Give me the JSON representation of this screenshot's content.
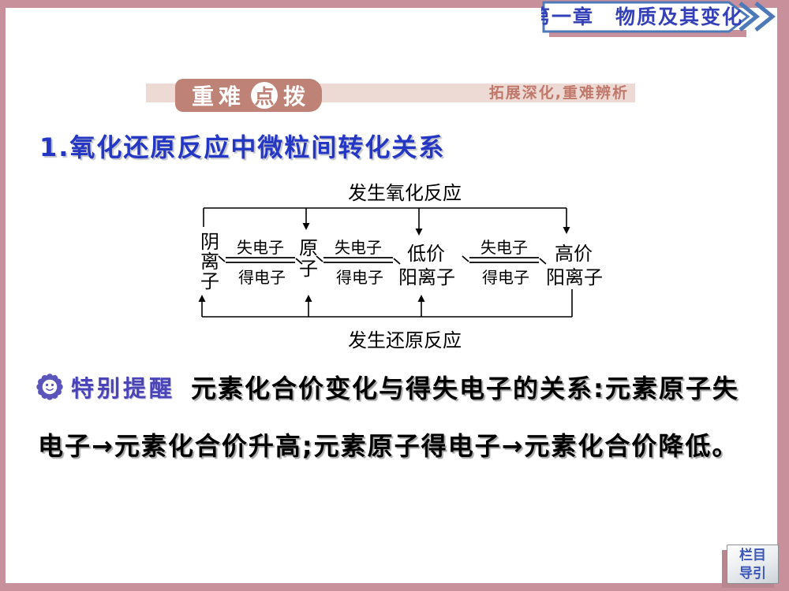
{
  "page": {
    "frame_color": "#c8909a",
    "background_color": "#ffffff"
  },
  "header": {
    "chapter_tab": {
      "label": "第一章　物质及其变化",
      "text_color": "#3340b8",
      "border_color": "#4d79b8",
      "chevron_icon": "double-chevron-right"
    }
  },
  "section_banner": {
    "badge": {
      "chars_left": "重难",
      "circle_char": "点",
      "chars_right": "拨",
      "bg_color": "#bf8276"
    },
    "tagline": "拓展深化,重难辨析",
    "band_color": "#eedad5",
    "tagline_color": "#c0786a"
  },
  "heading": {
    "text": "1.氧化还原反应中微粒间转化关系",
    "color": "#2337c4"
  },
  "diagram": {
    "top_label": "发生氧化反应",
    "bottom_label": "发生还原反应",
    "nodes": {
      "n1": [
        "阴",
        "离",
        "子"
      ],
      "n2": [
        "原",
        "子"
      ],
      "n3": [
        "低价",
        "阳离子"
      ],
      "n4": [
        "高价",
        "阳离子"
      ]
    },
    "edge_labels": {
      "forward": "失电子",
      "backward": "得电子"
    }
  },
  "remark": {
    "icon": "smiley-flower-icon",
    "label": "特别提醒",
    "line1": "元素化合价变化与得失电子的关系:元素原子失",
    "line2": "电子→元素化合价升高;元素原子得电子→元素化合价降低。"
  },
  "nav_button": {
    "line1": "栏目",
    "line2": "导引"
  }
}
